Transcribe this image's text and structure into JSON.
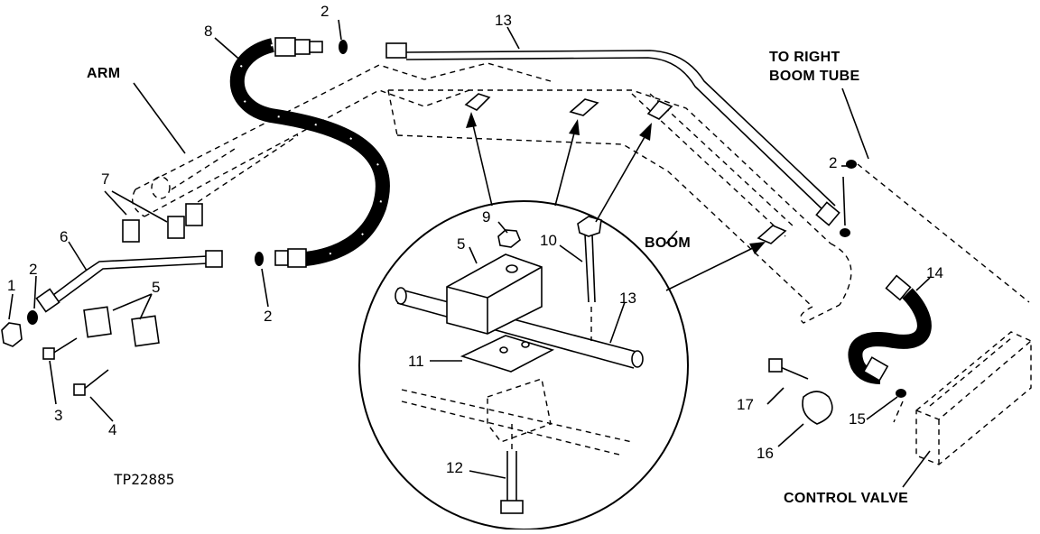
{
  "figure_ref": "TP22885",
  "callouts": {
    "arm": "ARM",
    "boom": "BOOM",
    "to_right_boom_tube": [
      "TO RIGHT",
      "BOOM TUBE"
    ],
    "control_valve": "CONTROL VALVE"
  },
  "part_numbers": {
    "n1": "1",
    "n2a": "2",
    "n2b": "2",
    "n2c": "2",
    "n2d": "2",
    "n3": "3",
    "n4": "4",
    "n5a": "5",
    "n5b": "5",
    "n6": "6",
    "n7": "7",
    "n8": "8",
    "n9": "9",
    "n10": "10",
    "n11": "11",
    "n12": "12",
    "n13a": "13",
    "n13b": "13",
    "n14": "14",
    "n15": "15",
    "n16": "16",
    "n17": "17"
  }
}
